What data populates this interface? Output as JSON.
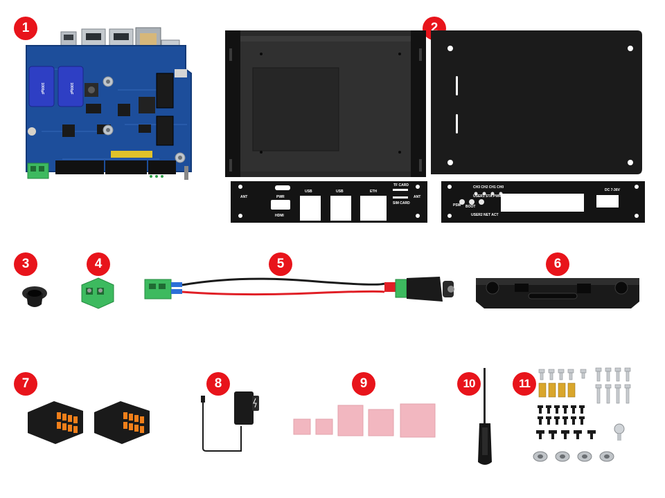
{
  "badges": [
    "1",
    "2",
    "3",
    "4",
    "5",
    "6",
    "7",
    "8",
    "9",
    "10",
    "11"
  ],
  "panel_io": {
    "ant": "ANT",
    "pwr": "PWR",
    "hdmi": "HDMI",
    "usb1": "USB",
    "usb2": "USB",
    "eth": "ETH",
    "tf_card": "TF CARD",
    "sim_card": "SIM CARD",
    "ant2": "ANT"
  },
  "panel_can": {
    "psw": "PSW",
    "boot": "BOOT",
    "ch_top": "CH3  CH2  CH1  CH0",
    "user": "USER1 STA  PWR",
    "user2": "USER2  NET  ACT",
    "dc": "DC 7-36V"
  },
  "board": {
    "cap_text": "1000μF"
  },
  "colors": {
    "badge": "#e8141b",
    "pcb": "#1d4e9b",
    "case": "#1b1b1b",
    "terminal_green": "#3dba5f",
    "terminal_orange": "#f07f1a",
    "thermal_pad": "#f2b7c0",
    "wire_red": "#e01f26"
  }
}
